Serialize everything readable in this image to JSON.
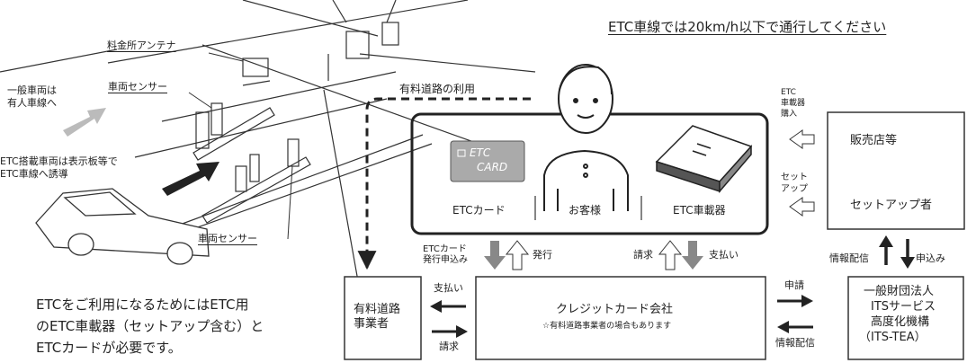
{
  "notice": "ETC車線では20km/h以下で通行してください",
  "scene": {
    "antenna": "料金所アンテナ",
    "sensor_top": "車両センサー",
    "sensor_bottom": "車両センサー",
    "general_line1": "一般車両は",
    "general_line2": "有人車線へ",
    "etc_line1": "ETC搭載車両は表示板等で",
    "etc_line2": "ETC車線へ誘導"
  },
  "toll_use": "有料道路の利用",
  "customer": {
    "card_label": "ETCカード",
    "card_text1": "ETC",
    "card_text2": "CARD",
    "person_label": "お客様",
    "device_label": "ETC車載器"
  },
  "flows": {
    "card_apply1": "ETCカード",
    "card_apply2": "発行申込み",
    "issue": "発行",
    "bill": "請求",
    "pay": "支払い",
    "purchase1": "ETC",
    "purchase2": "車載器",
    "purchase3": "購入",
    "setup1": "セット",
    "setup2": "アップ",
    "info_dist": "情報配信",
    "apply": "申込み",
    "op_pay": "支払い",
    "op_bill": "請求",
    "req": "申請",
    "info_dist2": "情報配信"
  },
  "boxes": {
    "shop": "販売店等",
    "setup": "セットアップ者",
    "operator1": "有料道路",
    "operator2": "事業者",
    "credit_title": "クレジットカード会社",
    "credit_note": "☆有料道路事業者の場合もあります",
    "its1": "一般財団法人",
    "its2": "ITSサービス",
    "its3": "高度化機構",
    "its4": "（ITS-TEA）"
  },
  "footer": {
    "line1": "ETCをご利用になるためにはETC用",
    "line2": "のETC車載器（セットアップ含む）と",
    "line3": "ETCカードが必要です。"
  }
}
